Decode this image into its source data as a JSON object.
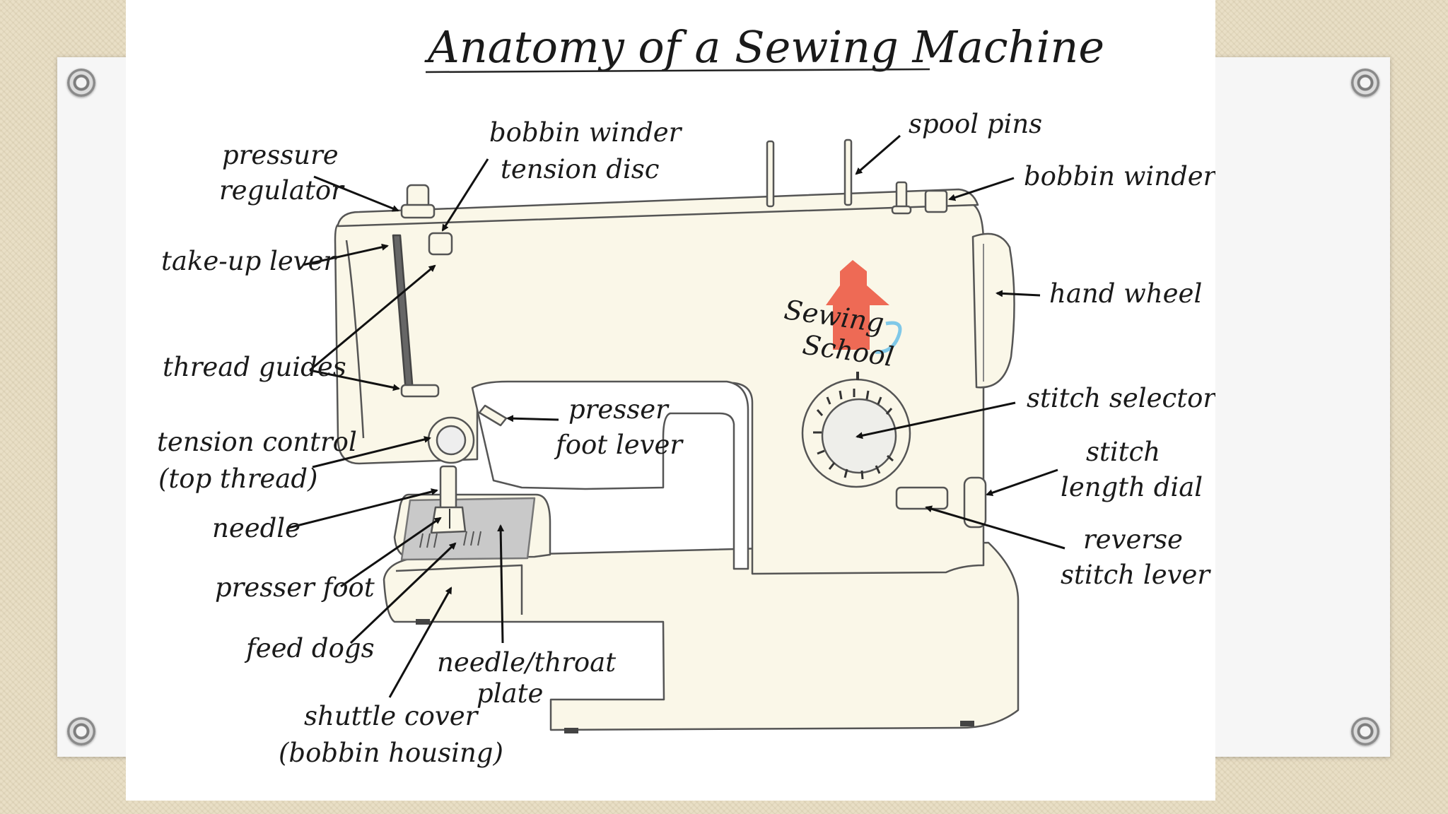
{
  "title": "Anatomy of a Sewing Machine",
  "logo": {
    "line1": "Sewing",
    "line2": "School"
  },
  "labels": {
    "pressure_regulator": [
      "pressure",
      "regulator"
    ],
    "bobbin_winder_tension_disc": [
      "bobbin winder",
      "tension disc"
    ],
    "spool_pins": [
      "spool pins"
    ],
    "bobbin_winder": [
      "bobbin winder"
    ],
    "take_up_lever": [
      "take-up lever"
    ],
    "hand_wheel": [
      "hand wheel"
    ],
    "thread_guides": [
      "thread guides"
    ],
    "stitch_selector": [
      "stitch selector"
    ],
    "presser_foot_lever": [
      "presser",
      "foot lever"
    ],
    "tension_control": [
      "tension control",
      "(top thread)"
    ],
    "stitch_length_dial": [
      "stitch",
      "length dial"
    ],
    "needle": [
      "needle"
    ],
    "reverse_stitch_lever": [
      "reverse",
      "stitch lever"
    ],
    "presser_foot": [
      "presser foot"
    ],
    "feed_dogs": [
      "feed dogs"
    ],
    "needle_throat_plate": [
      "needle/throat",
      "plate"
    ],
    "shuttle_cover": [
      "shuttle cover",
      "(bobbin housing)"
    ]
  },
  "colors": {
    "machine_body": "#faf7e8",
    "outline": "#555555",
    "logo_red": "#ee6a55",
    "logo_blue": "#7fc8e8",
    "throat_plate": "#c9c9c9",
    "background_burlap": "#e9dfc6"
  }
}
